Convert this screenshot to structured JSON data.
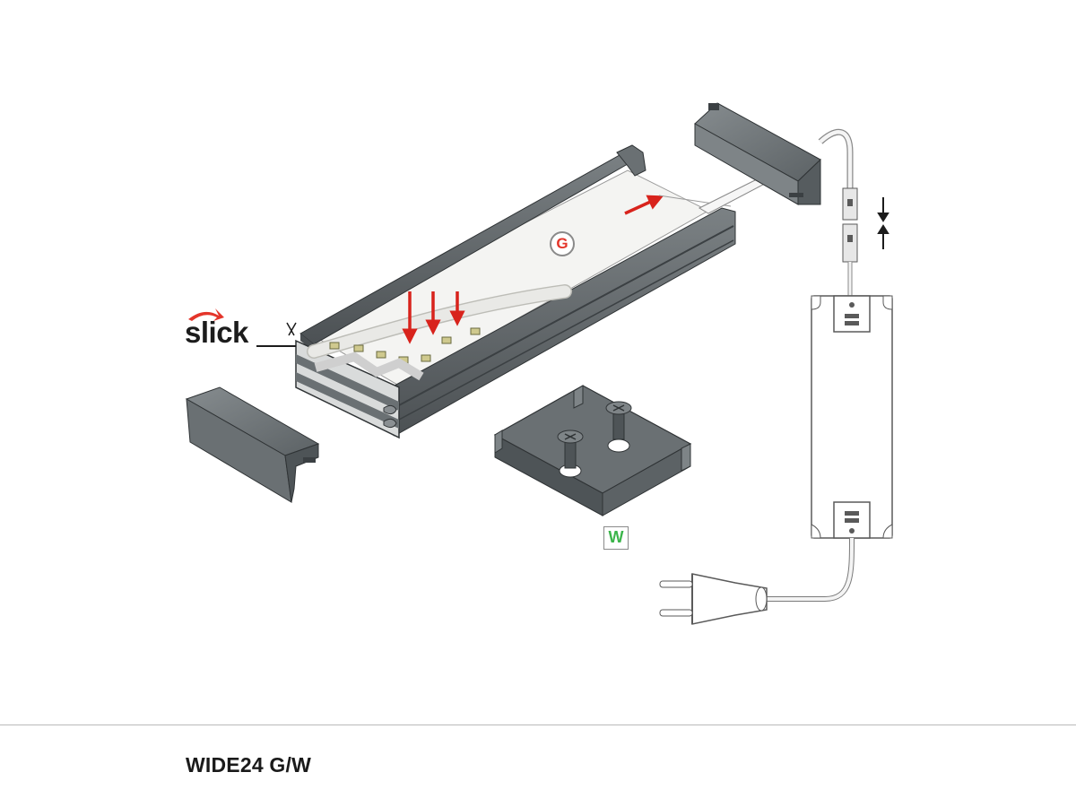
{
  "caption": "WIDE24 G/W",
  "labels": {
    "slick": "slick",
    "badge_g": "G",
    "badge_w": "W"
  },
  "colors": {
    "profile": "#5d6366",
    "profile_dark": "#3b4043",
    "endcap": "#6f7578",
    "arrow": "#d8231c",
    "slick_swoosh": "#e4352a",
    "badge_g": "#e4352a",
    "badge_w": "#3bb54a",
    "led_strip": "#e9e9e6",
    "led_chip": "#cfc98e"
  },
  "icons": [
    "scissors-icon",
    "screw-icon",
    "mounting-clip-icon",
    "power-supply-icon",
    "plug-icon",
    "connector-icon",
    "end-cap-icon"
  ]
}
